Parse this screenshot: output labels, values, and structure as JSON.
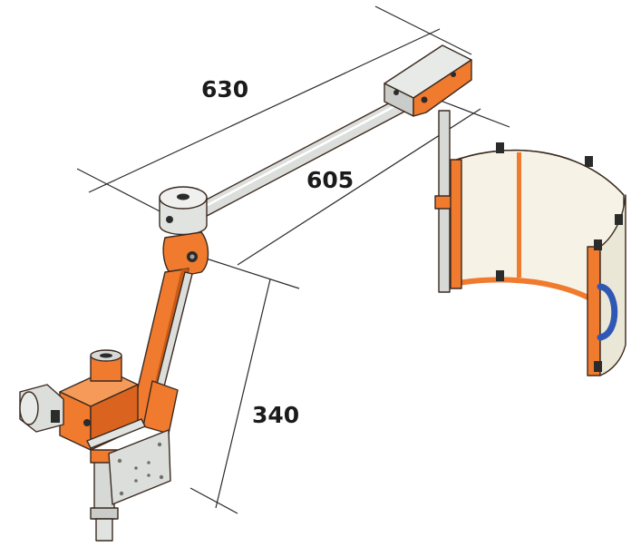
{
  "dimensions": {
    "top_length": "630",
    "arm_length": "605",
    "column_height": "340"
  },
  "colors": {
    "orange": "#f07a2e",
    "orange_dark": "#c85a18",
    "metal": "#d7d9d6",
    "metal_dark": "#9fa29e",
    "shield": "#f6f3e6",
    "handle": "#2f58b5",
    "clamp": "#2b2b2b",
    "line": "#2a2a2a"
  }
}
